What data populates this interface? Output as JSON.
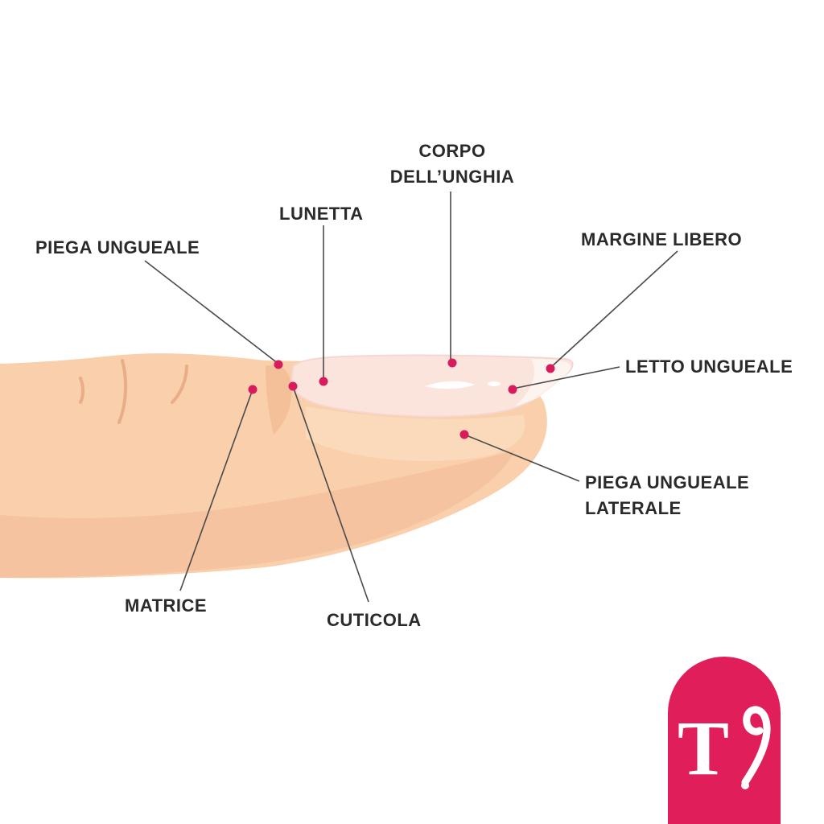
{
  "labels": {
    "corpo_line1": "CORPO",
    "corpo_line2": "DELL’UNGHIA",
    "lunetta": "LUNETTA",
    "piega_ungueale": "PIEGA UNGUEALE",
    "margine_libero": "MARGINE LIBERO",
    "letto_ungueale": "LETTO UNGUEALE",
    "piega_laterale_line1": "PIEGA UNGUEALE",
    "piega_laterale_line2": "LATERALE",
    "matrice": "MATRICE",
    "cuticola": "CUTICOLA"
  },
  "logo": {
    "mark": "T"
  },
  "colors": {
    "skin": "#f9cfac",
    "skin_shadow": "#f0b892",
    "skin_light": "#fbdcc0",
    "nail": "#fbe4dc",
    "nail_edge": "#f6d7cf",
    "marker": "#d81b5c",
    "leader": "#4a4a4a",
    "label_text": "#2a2a2a",
    "brand": "#e01e5a"
  }
}
